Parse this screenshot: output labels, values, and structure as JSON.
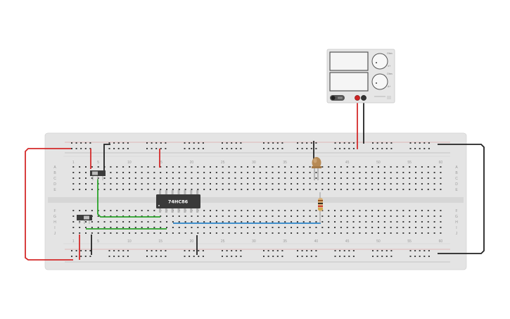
{
  "canvas": {
    "background": "#ffffff"
  },
  "breadboard": {
    "board_color": "#e4e4e4",
    "hole_color": "#3f3f3f",
    "row_labels_top": [
      "A",
      "B",
      "C",
      "D",
      "E"
    ],
    "row_labels_bottom": [
      "F",
      "G",
      "H",
      "I",
      "J"
    ],
    "column_numbers": [
      "1",
      "5",
      "10",
      "15",
      "20",
      "25",
      "30",
      "35",
      "40",
      "45",
      "50",
      "55",
      "60"
    ],
    "rail_positive_color": "#cc2222",
    "rail_negative_color": "#333333"
  },
  "chip": {
    "label": "74HC86",
    "color": "#3a3a3a",
    "pin_color": "#b5b5b5"
  },
  "power_supply": {
    "display_color": "#f2f2f2",
    "knob_labels": [
      "Ohm",
      "V+",
      "Ohm",
      "A+"
    ],
    "on_off_icon": "toggle-switch-icon",
    "terminal_positive_color": "#cc2222",
    "terminal_negative_color": "#333333"
  },
  "components": {
    "switches": [
      "slide-switch",
      "slide-switch"
    ],
    "led": "led",
    "resistor": "resistor"
  },
  "wire_colors": {
    "red": "#d42a2a",
    "black": "#222222",
    "green": "#2aa32a",
    "blue": "#2b84c9"
  }
}
